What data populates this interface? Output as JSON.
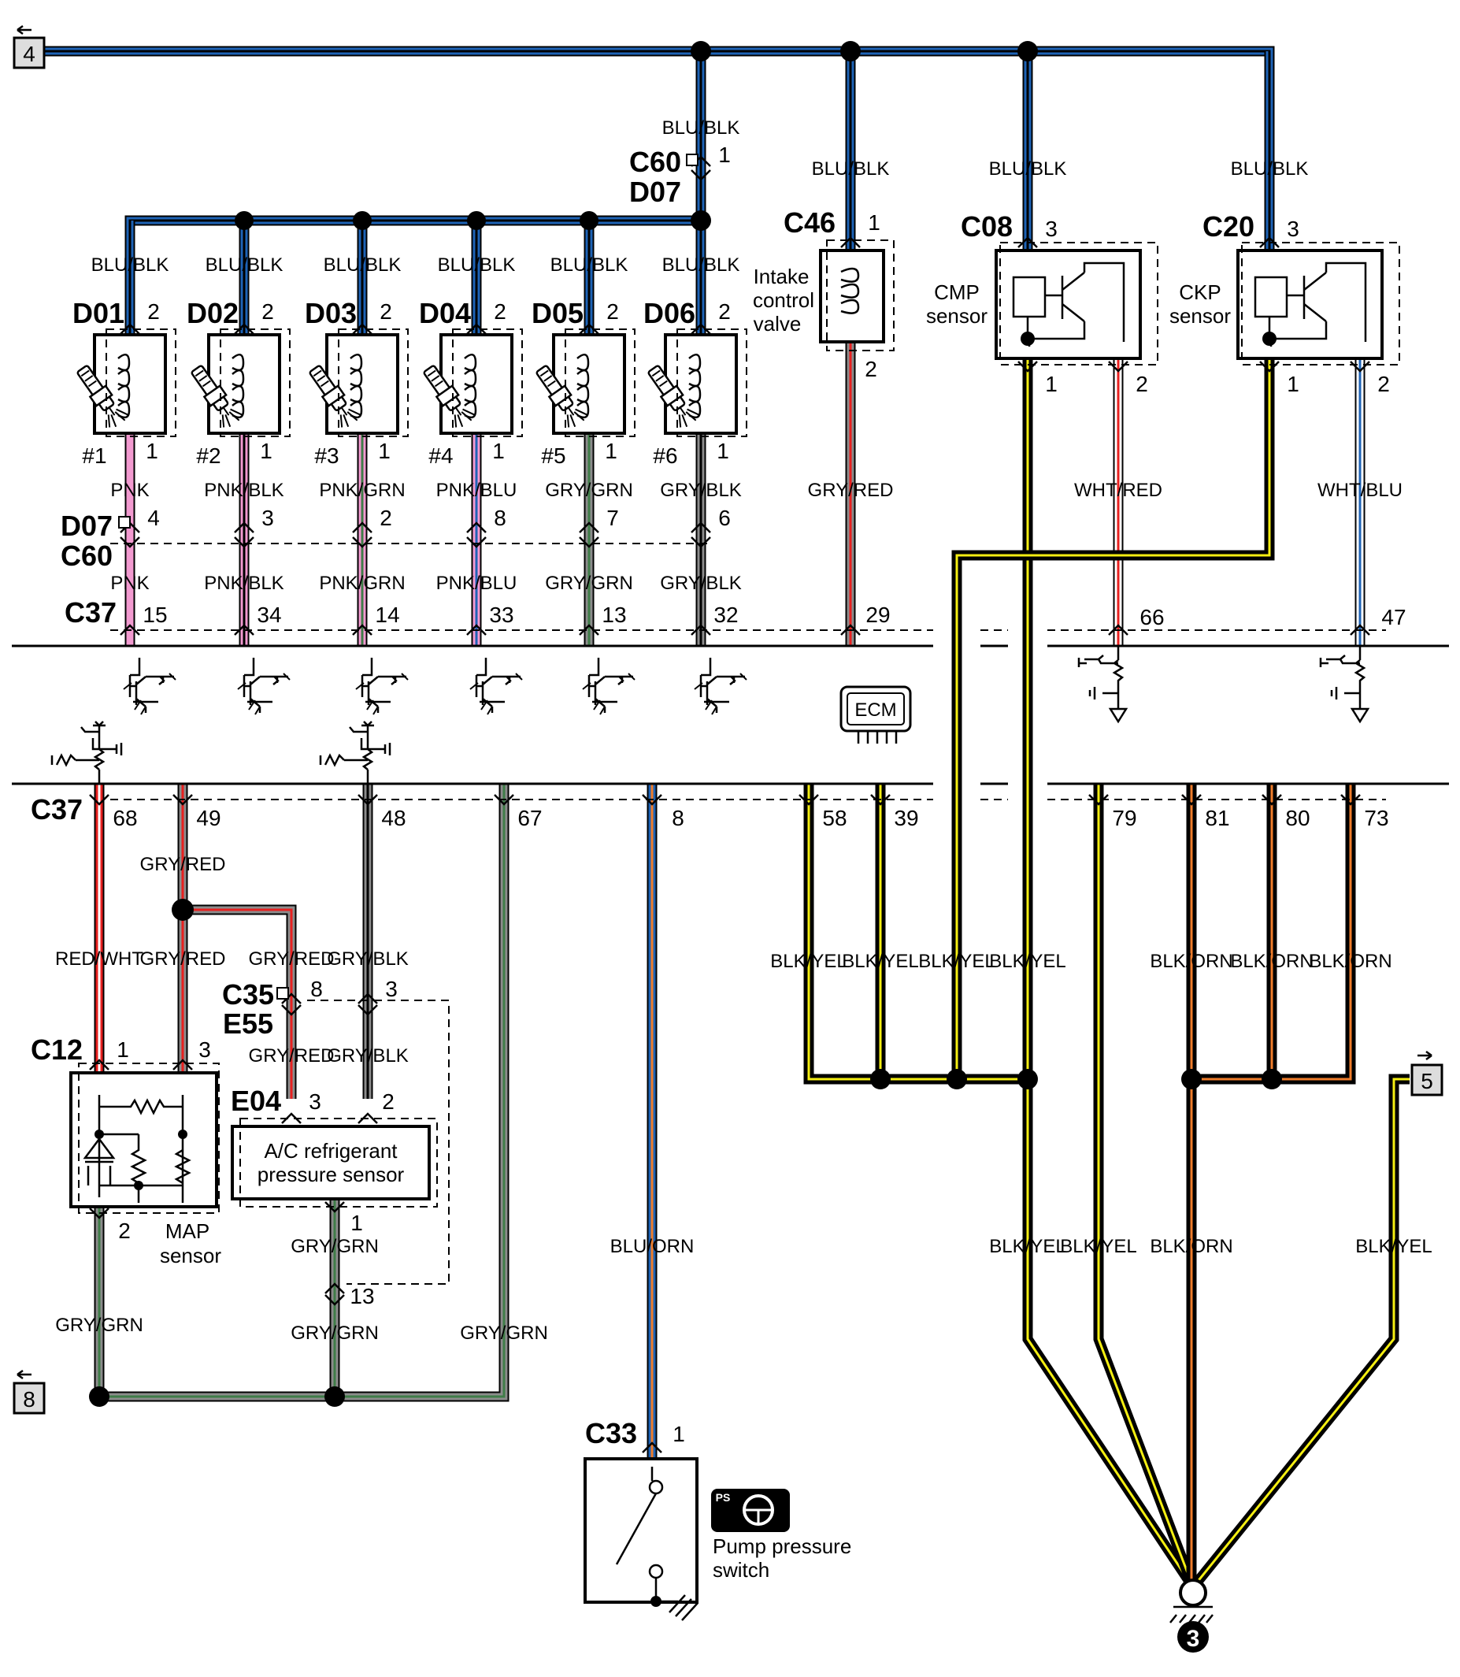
{
  "colors": {
    "BLU": "#1e63b6",
    "BLK": "#000000",
    "PNK": "#f29ad0",
    "GRY": "#8c8c8c",
    "GRN": "#3f7d48",
    "RED": "#e8201f",
    "WHT": "#ffffff",
    "YEL": "#f4ee12",
    "ORN": "#ef7d2b"
  },
  "offpage": {
    "left_top": "4",
    "left_bottom": "8",
    "right": "5",
    "ground": "3"
  },
  "injectors": [
    {
      "conn": "D01",
      "num": "#1",
      "pin_top": "2",
      "pin_bot": "1",
      "wire": "PNK",
      "d07": "4",
      "c37": "15"
    },
    {
      "conn": "D02",
      "num": "#2",
      "pin_top": "2",
      "pin_bot": "1",
      "wire": "PNK/BLK",
      "d07": "3",
      "c37": "34"
    },
    {
      "conn": "D03",
      "num": "#3",
      "pin_top": "2",
      "pin_bot": "1",
      "wire": "PNK/GRN",
      "d07": "2",
      "c37": "14"
    },
    {
      "conn": "D04",
      "num": "#4",
      "pin_top": "2",
      "pin_bot": "1",
      "wire": "PNK/BLU",
      "d07": "8",
      "c37": "33"
    },
    {
      "conn": "D05",
      "num": "#5",
      "pin_top": "2",
      "pin_bot": "1",
      "wire": "GRY/GRN",
      "d07": "7",
      "c37": "13"
    },
    {
      "conn": "D06",
      "num": "#6",
      "pin_top": "2",
      "pin_bot": "1",
      "wire": "GRY/BLK",
      "d07": "6",
      "c37": "32"
    }
  ],
  "supply": {
    "wire": "BLU/BLK",
    "c60": "C60",
    "d07": "D07",
    "c60_pin": "1"
  },
  "c46": {
    "conn": "C46",
    "label1": "Intake",
    "label2": "control",
    "label3": "valve",
    "pin_top": "1",
    "pin_bot": "2",
    "wire_top": "BLU/BLK",
    "wire_bot": "GRY/RED",
    "c37": "29"
  },
  "c08": {
    "conn": "C08",
    "label1": "CMP",
    "label2": "sensor",
    "pin_top": "3",
    "pin1": "1",
    "pin2": "2",
    "wire_top": "BLU/BLK",
    "wire2": "WHT/RED",
    "c37": "66"
  },
  "c20": {
    "conn": "C20",
    "label1": "CKP",
    "label2": "sensor",
    "pin_top": "3",
    "pin1": "1",
    "pin2": "2",
    "wire_top": "BLU/BLK",
    "wire2": "WHT/BLU",
    "c37": "47"
  },
  "c37": "C37",
  "d07c60": {
    "a": "D07",
    "b": "C60"
  },
  "ecm": "ECM",
  "lower_pins": {
    "p68": "68",
    "p49": "49",
    "p48": "48",
    "p67": "67",
    "p8": "8",
    "p58": "58",
    "p39": "39",
    "p79": "79",
    "p81": "81",
    "p80": "80",
    "p73": "73"
  },
  "map": {
    "conn": "C12",
    "label1": "MAP",
    "label2": "sensor",
    "pin1": "1",
    "pin3": "3",
    "pin2": "2",
    "wire_red": "RED/WHT",
    "wire_gry": "GRY/RED",
    "wire_bot": "GRY/GRN"
  },
  "ac": {
    "c35": "C35",
    "e55": "E55",
    "conn": "E04",
    "label1": "A/C refrigerant",
    "label2": "pressure sensor",
    "pin8": "8",
    "pin3a": "3",
    "pin3": "3",
    "pin2": "2",
    "pin1": "1",
    "pin13": "13",
    "w1": "GRY/RED",
    "w2": "GRY/BLK",
    "w3": "GRY/GRN"
  },
  "wire_gry_grn": "GRY/GRN",
  "wire_gry_red_49": "GRY/RED",
  "pump": {
    "conn": "C33",
    "pin": "1",
    "wire": "BLU/ORN",
    "label1": "Pump pressure",
    "label2": "switch",
    "badge": "PS"
  },
  "ground_wires": {
    "blk_yel": "BLK/YEL",
    "blk_orn": "BLK/ORN"
  }
}
